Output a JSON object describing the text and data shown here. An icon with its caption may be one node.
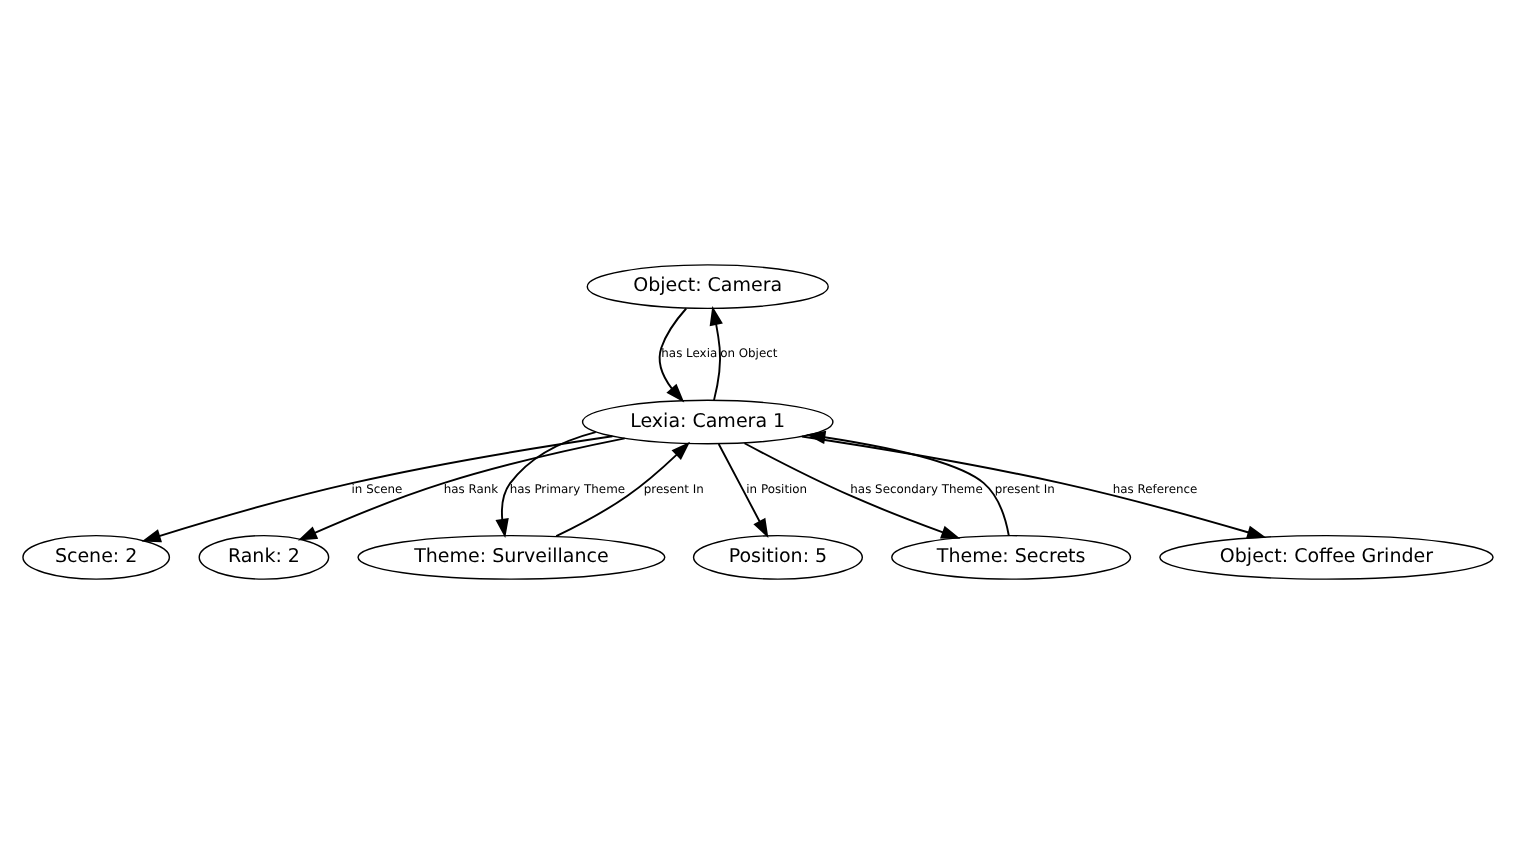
{
  "diagram": {
    "nodes": [
      {
        "text": [
          "Object: Camera"
        ]
      },
      {
        "text": [
          "Scene: 2"
        ]
      },
      {
        "text": [
          "Lexia: Camera 1"
        ]
      },
      {
        "text": [
          "Rank: 2"
        ]
      },
      {
        "text": [
          "Theme: Surveillance"
        ]
      },
      {
        "text": [
          "Position: 5"
        ]
      },
      {
        "text": [
          "Theme: Secrets"
        ]
      },
      {
        "text": [
          "Object: Coffee Grinder"
        ]
      }
    ],
    "edges": [
      {
        "from": 0,
        "to": 2,
        "arrow": "to",
        "label": "has Lexia"
      },
      {
        "from": 2,
        "to": 0,
        "arrow": "to",
        "label": "on Object"
      },
      {
        "from": 2,
        "to": 1,
        "arrow": "to",
        "label": "in Scene"
      },
      {
        "from": 2,
        "to": 3,
        "arrow": "to",
        "label": "has Rank"
      },
      {
        "from": 2,
        "to": 5,
        "arrow": "to",
        "label": "in Position"
      },
      {
        "from": 2,
        "to": 7,
        "arrow": "to",
        "label": "has Reference"
      },
      {
        "from": 2,
        "to": 4,
        "arrow": "to",
        "label": "has Primary Theme"
      },
      {
        "from": 4,
        "to": 2,
        "arrow": "to",
        "label": "present In"
      },
      {
        "from": 2,
        "to": 6,
        "arrow": "to",
        "label": "has Secondary Theme"
      },
      {
        "from": 6,
        "to": 2,
        "arrow": "to",
        "label": "present In"
      }
    ]
  }
}
